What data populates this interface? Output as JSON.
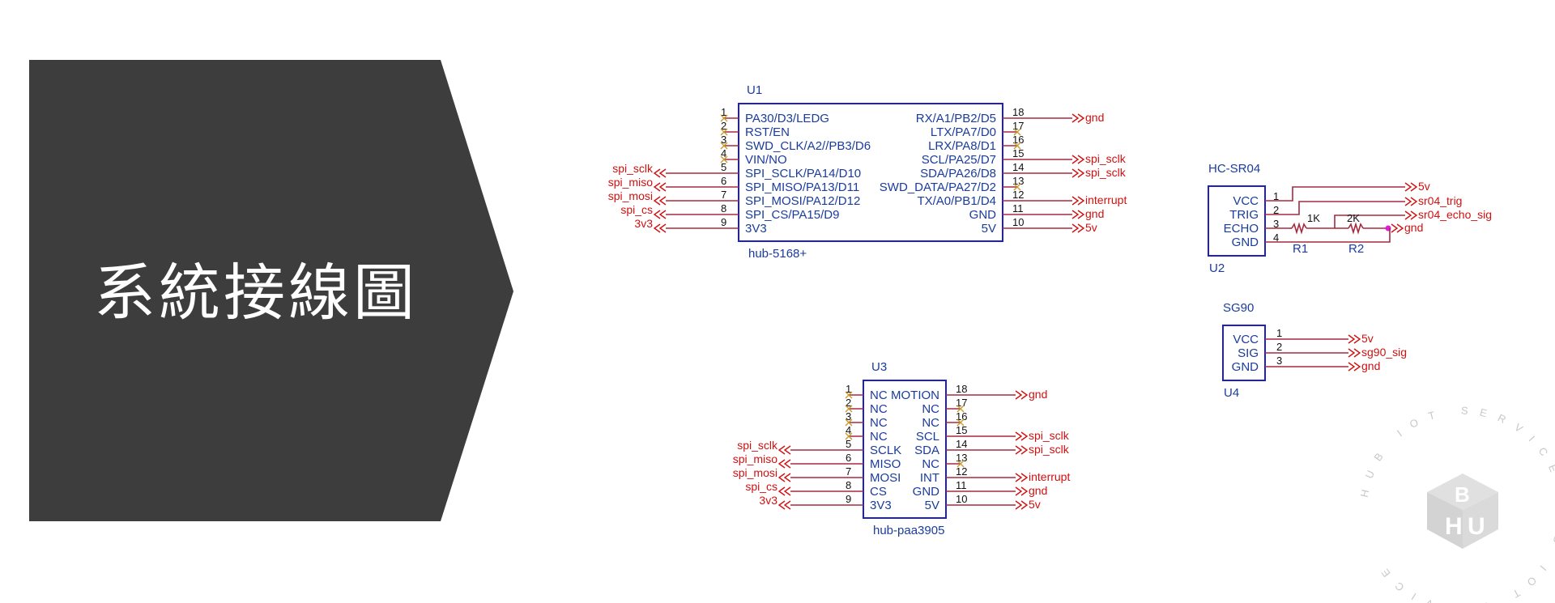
{
  "slide": {
    "title": "系統接線圖",
    "colors": {
      "title_bg": "#3d3d3d",
      "title_fg": "#ffffff",
      "net": "#d21010",
      "body": "#2020c0",
      "text": "#1a3c9c",
      "wire": "#a52a3f"
    }
  },
  "components": [
    {
      "id": "u1",
      "ref": "U1",
      "value": "hub-5168+",
      "left_pins": [
        {
          "num": "1",
          "name": "PA30/D3/LEDG",
          "nc": true
        },
        {
          "num": "2",
          "name": "RST/EN",
          "nc": true
        },
        {
          "num": "3",
          "name": "SWD_CLK/A2//PB3/D6",
          "nc": true
        },
        {
          "num": "4",
          "name": "VIN/NO",
          "nc": true
        },
        {
          "num": "5",
          "name": "SPI_SCLK/PA14/D10",
          "net": "spi_sclk"
        },
        {
          "num": "6",
          "name": "SPI_MISO/PA13/D11",
          "net": "spi_miso"
        },
        {
          "num": "7",
          "name": "SPI_MOSI/PA12/D12",
          "net": "spi_mosi"
        },
        {
          "num": "8",
          "name": "SPI_CS/PA15/D9",
          "net": "spi_cs"
        },
        {
          "num": "9",
          "name": "3V3",
          "net": "3v3"
        }
      ],
      "right_pins": [
        {
          "num": "18",
          "name": "RX/A1/PB2/D5",
          "net": "gnd"
        },
        {
          "num": "17",
          "name": "LTX/PA7/D0",
          "nc": true
        },
        {
          "num": "16",
          "name": "LRX/PA8/D1",
          "nc": true
        },
        {
          "num": "15",
          "name": "SCL/PA25/D7",
          "net": "spi_sclk"
        },
        {
          "num": "14",
          "name": "SDA/PA26/D8",
          "net": "spi_sclk"
        },
        {
          "num": "13",
          "name": "SWD_DATA/PA27/D2",
          "nc": true
        },
        {
          "num": "12",
          "name": "TX/A0/PB1/D4",
          "net": "interrupt"
        },
        {
          "num": "11",
          "name": "GND",
          "net": "gnd"
        },
        {
          "num": "10",
          "name": "5V",
          "net": "5v"
        }
      ]
    },
    {
      "id": "u3",
      "ref": "U3",
      "value": "hub-paa3905",
      "left_pins": [
        {
          "num": "1",
          "name": "NC",
          "nc": true
        },
        {
          "num": "2",
          "name": "NC",
          "nc": true
        },
        {
          "num": "3",
          "name": "NC",
          "nc": true
        },
        {
          "num": "4",
          "name": "NC",
          "nc": true
        },
        {
          "num": "5",
          "name": "SCLK",
          "net": "spi_sclk"
        },
        {
          "num": "6",
          "name": "MISO",
          "net": "spi_miso"
        },
        {
          "num": "7",
          "name": "MOSI",
          "net": "spi_mosi"
        },
        {
          "num": "8",
          "name": "CS",
          "net": "spi_cs"
        },
        {
          "num": "9",
          "name": "3V3",
          "net": "3v3"
        }
      ],
      "right_pins": [
        {
          "num": "18",
          "name": "MOTION",
          "net": "gnd"
        },
        {
          "num": "17",
          "name": "NC",
          "nc": true
        },
        {
          "num": "16",
          "name": "NC",
          "nc": true
        },
        {
          "num": "15",
          "name": "SCL",
          "net": "spi_sclk"
        },
        {
          "num": "14",
          "name": "SDA",
          "net": "spi_sclk"
        },
        {
          "num": "13",
          "name": "NC",
          "nc": true
        },
        {
          "num": "12",
          "name": "INT",
          "net": "interrupt"
        },
        {
          "num": "11",
          "name": "GND",
          "net": "gnd"
        },
        {
          "num": "10",
          "name": "5V",
          "net": "5v"
        }
      ]
    },
    {
      "id": "u2",
      "ref": "U2",
      "value": "HC-SR04",
      "pins": [
        {
          "num": "1",
          "name": "VCC",
          "net": "5v"
        },
        {
          "num": "2",
          "name": "TRIG",
          "net": "sr04_trig"
        },
        {
          "num": "3",
          "name": "ECHO",
          "net": "sr04_echo_sig"
        },
        {
          "num": "4",
          "name": "GND",
          "net": "gnd"
        }
      ],
      "resistors": [
        {
          "ref": "R1",
          "value": "1K"
        },
        {
          "ref": "R2",
          "value": "2K"
        }
      ]
    },
    {
      "id": "u4",
      "ref": "U4",
      "value": "SG90",
      "pins": [
        {
          "num": "1",
          "name": "VCC",
          "net": "5v"
        },
        {
          "num": "2",
          "name": "SIG",
          "net": "sg90_sig"
        },
        {
          "num": "3",
          "name": "GND",
          "net": "gnd"
        }
      ]
    }
  ],
  "watermark": {
    "ring_text": "HUB IOT SERVICE HUB IOT SERVICE",
    "logo_icon": "hub-cube-logo-icon"
  }
}
